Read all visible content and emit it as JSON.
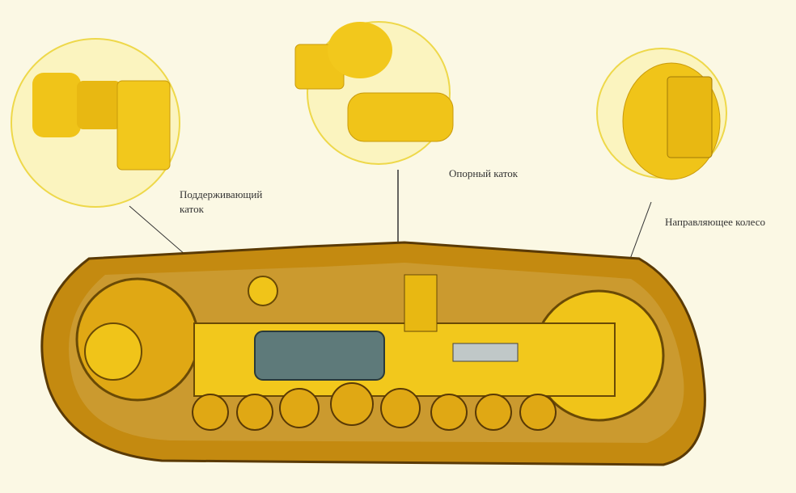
{
  "labels": {
    "carrier_roller": "Поддерживающий",
    "carrier_roller_2": "каток",
    "track_roller": "Опорный каток",
    "idler": "Направляющее колесо"
  },
  "colors": {
    "background": "#fbf8e4",
    "callout_fill": "#fbf4bf",
    "callout_border": "#eed84a",
    "machine_yellow": "#f0c419",
    "machine_dark": "#7a5a10"
  }
}
